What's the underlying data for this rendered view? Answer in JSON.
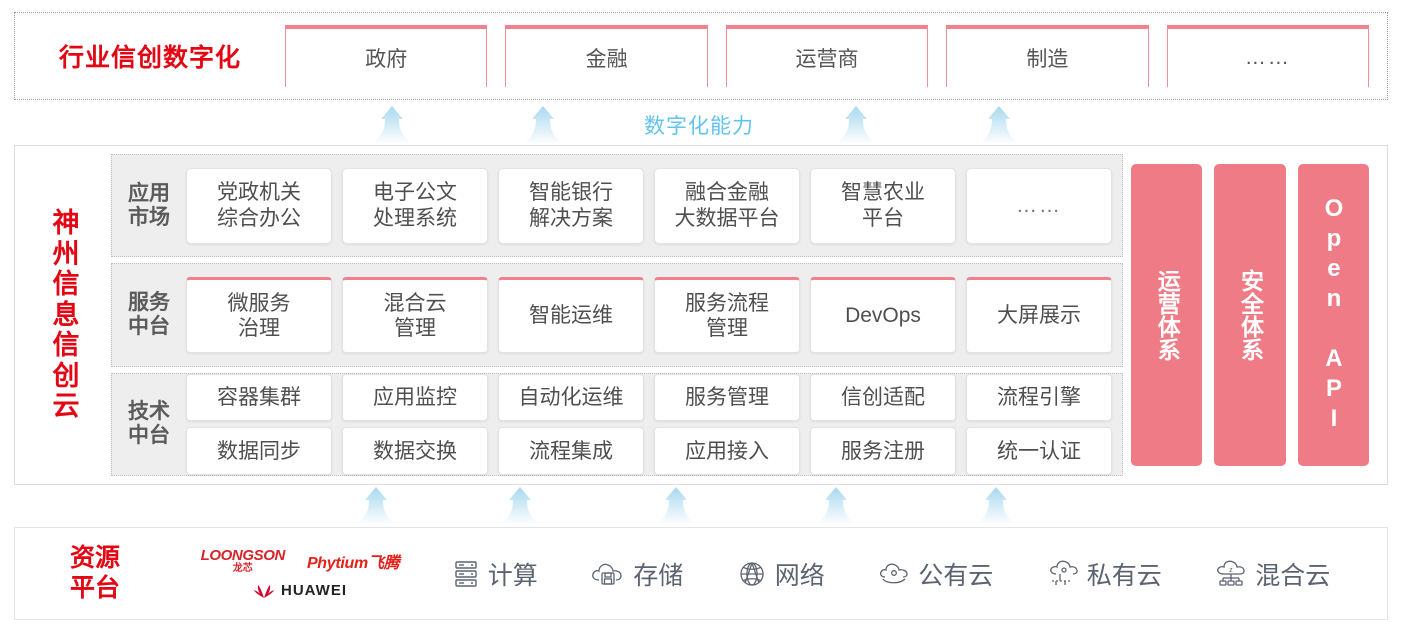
{
  "colors": {
    "brand_red": "#e30613",
    "pink": "#ee7b85",
    "pink_border": "#f0818d",
    "arrow_blue": "#bfe3f7",
    "capability_blue": "#62c3ef",
    "band_gray": "#eeeeee"
  },
  "industry": {
    "title": "行业信创数字化",
    "cards": [
      {
        "label": "政府"
      },
      {
        "label": "金融"
      },
      {
        "label": "运营商"
      },
      {
        "label": "制造"
      },
      {
        "label": "……"
      }
    ]
  },
  "capability": {
    "label": "数字化能力",
    "arrow_count_top": 4,
    "arrow_count_bottom": 5
  },
  "cloud": {
    "brand": [
      "神",
      "州",
      "信",
      "息",
      "信",
      "创",
      "云"
    ],
    "tiers": [
      {
        "id": "app-market",
        "label": [
          "应用",
          "市场"
        ],
        "cells": [
          {
            "lines": [
              "党政机关",
              "综合办公"
            ]
          },
          {
            "lines": [
              "电子公文",
              "处理系统"
            ]
          },
          {
            "lines": [
              "智能银行",
              "解决方案"
            ]
          },
          {
            "lines": [
              "融合金融",
              "大数据平台"
            ]
          },
          {
            "lines": [
              "智慧农业",
              "平台"
            ]
          },
          {
            "lines": [
              "……"
            ],
            "dots": true
          }
        ]
      },
      {
        "id": "service-platform",
        "label": [
          "服务",
          "中台"
        ],
        "cells": [
          {
            "lines": [
              "微服务",
              "治理"
            ]
          },
          {
            "lines": [
              "混合云",
              "管理"
            ]
          },
          {
            "lines": [
              "智能运维"
            ]
          },
          {
            "lines": [
              "服务流程",
              "管理"
            ]
          },
          {
            "lines": [
              "DevOps"
            ]
          },
          {
            "lines": [
              "大屏展示"
            ]
          }
        ]
      },
      {
        "id": "tech-platform",
        "label": [
          "技术",
          "中台"
        ],
        "rows": [
          [
            "容器集群",
            "应用监控",
            "自动化运维",
            "服务管理",
            "信创适配",
            "流程引擎"
          ],
          [
            "数据同步",
            "数据交换",
            "流程集成",
            "应用接入",
            "服务注册",
            "统一认证"
          ]
        ]
      }
    ],
    "pillars": [
      {
        "id": "operations",
        "text": "运营体系",
        "latin": false
      },
      {
        "id": "security",
        "text": "安全体系",
        "latin": false
      },
      {
        "id": "open-api",
        "text": "Open API",
        "latin": true
      }
    ]
  },
  "resource": {
    "title": [
      "资源",
      "平台"
    ],
    "vendors": [
      {
        "id": "loongson",
        "en": "LOONGSON",
        "cn": "龙芯"
      },
      {
        "id": "phytium",
        "name": "Phytium飞腾"
      },
      {
        "id": "huawei",
        "name": "HUAWEI"
      }
    ],
    "items": [
      {
        "id": "compute",
        "label": "计算",
        "icon": "server-icon"
      },
      {
        "id": "storage",
        "label": "存储",
        "icon": "cloud-disk-icon"
      },
      {
        "id": "network",
        "label": "网络",
        "icon": "globe-network-icon"
      },
      {
        "id": "public-cloud",
        "label": "公有云",
        "icon": "public-cloud-icon"
      },
      {
        "id": "private-cloud",
        "label": "私有云",
        "icon": "private-cloud-icon"
      },
      {
        "id": "hybrid-cloud",
        "label": "混合云",
        "icon": "hybrid-cloud-icon"
      }
    ]
  }
}
